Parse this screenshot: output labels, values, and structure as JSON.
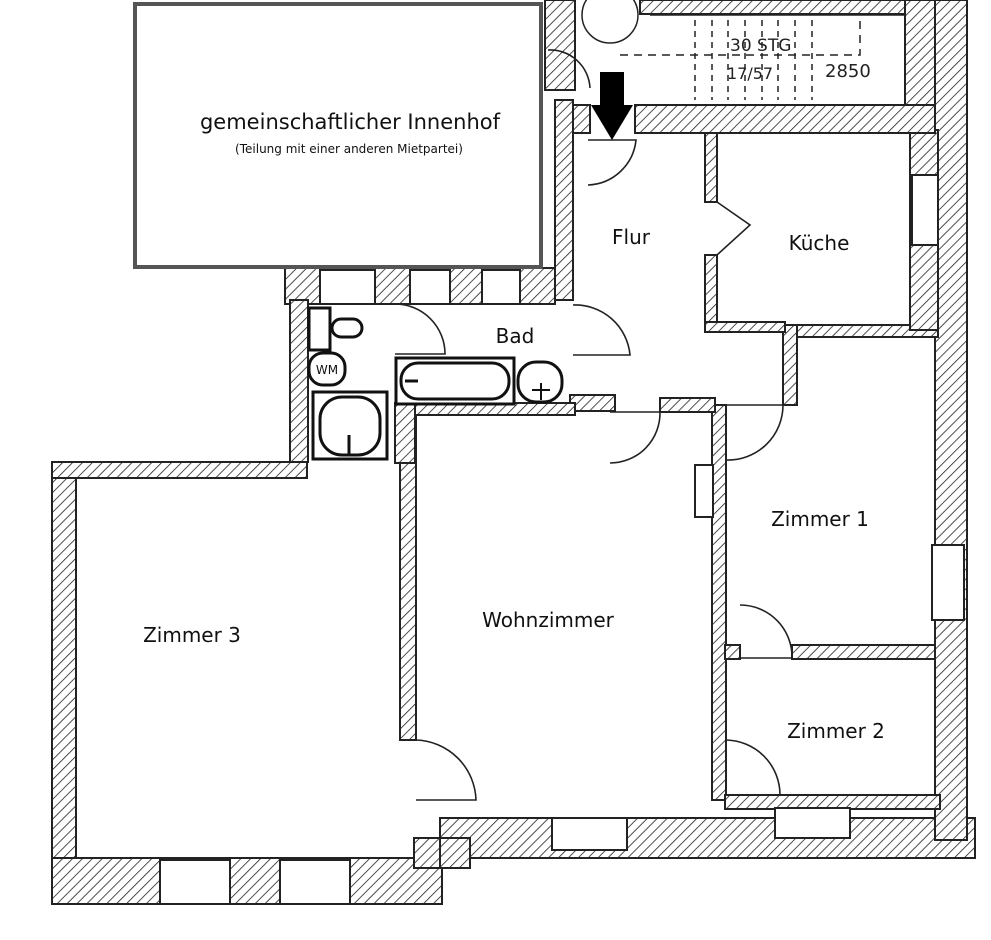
{
  "courtyard": {
    "title": "gemeinschaftlicher Innenhof",
    "subtitle": "(Teilung mit einer anderen Mietpartei)"
  },
  "rooms": {
    "flur": "Flur",
    "kueche": "Küche",
    "bad": "Bad",
    "zimmer1": "Zimmer 1",
    "zimmer2": "Zimmer 2",
    "zimmer3": "Zimmer 3",
    "wohnzimmer": "Wohnzimmer"
  },
  "fixtures": {
    "washing_machine": "WM"
  },
  "stairs": {
    "steps": "30 STG",
    "ratio": "17/57",
    "dimension": "2850"
  },
  "colors": {
    "wall_line": "#222222",
    "courtyard_border": "#555555",
    "entrance_arrow": "#000000"
  }
}
